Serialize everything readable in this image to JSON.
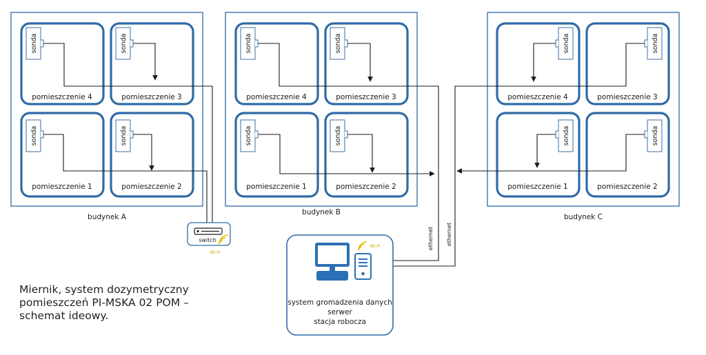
{
  "buildings": [
    {
      "id": "A",
      "label": "budynek A",
      "rooms": [
        {
          "label": "pomieszczenie 4",
          "sonda": "sonda"
        },
        {
          "label": "pomieszczenie 3",
          "sonda": "sonda"
        },
        {
          "label": "pomieszczenie 1",
          "sonda": "sonda"
        },
        {
          "label": "pomieszczenie 2",
          "sonda": "sonda"
        }
      ]
    },
    {
      "id": "B",
      "label": "budynek B",
      "rooms": [
        {
          "label": "pomieszczenie 4",
          "sonda": "sonda"
        },
        {
          "label": "pomieszczenie 3",
          "sonda": "sonda"
        },
        {
          "label": "pomieszczenie 1",
          "sonda": "sonda"
        },
        {
          "label": "pomieszczenie 2",
          "sonda": "sonda"
        }
      ]
    },
    {
      "id": "C",
      "label": "budynek C",
      "rooms": [
        {
          "label": "pomieszczenie 4",
          "sonda": "sonda"
        },
        {
          "label": "pomieszczenie 3",
          "sonda": "sonda"
        },
        {
          "label": "pomieszczenie 1",
          "sonda": "sonda"
        },
        {
          "label": "pomieszczenie 2",
          "sonda": "sonda"
        }
      ]
    }
  ],
  "switch": {
    "label": "switch",
    "wifi": "Wi-Fi"
  },
  "ethernet_labels": [
    "ethernet",
    "ethernet"
  ],
  "server": {
    "wifi": "Wi-Fi",
    "line1": "system gromadzenia danych",
    "line2": "serwer",
    "line3": "stacja robocza"
  },
  "caption": {
    "line1": "Miernik, system dozymetryczny",
    "line2": "pomieszczeń PI-MSKA 02 POM –",
    "line3": "schemat ideowy."
  },
  "colors": {
    "frame": "#2f6aa6",
    "wire": "#1a1a1a",
    "wifi": "#e3b800",
    "monitor": "#2b6fb5"
  }
}
